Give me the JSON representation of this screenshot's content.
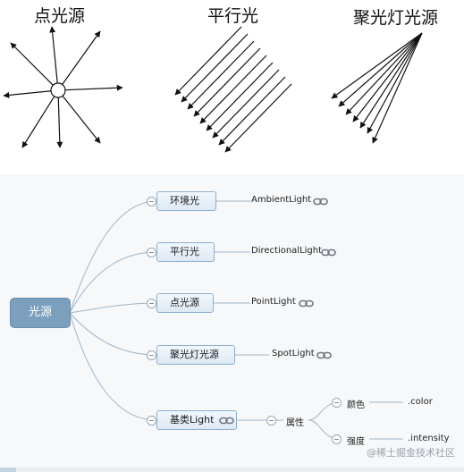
{
  "illustration": {
    "point_light_title": "点光源",
    "parallel_light_title": "平行光",
    "spot_light_title": "聚光灯光源"
  },
  "mindmap": {
    "root": "光源",
    "branches": [
      {
        "label": "环境光",
        "class_name": "AmbientLight",
        "has_link": true
      },
      {
        "label": "平行光",
        "class_name": "DirectionalLight",
        "has_link": true
      },
      {
        "label": "点光源",
        "class_name": "PointLight",
        "has_link": true
      },
      {
        "label": "聚光灯光源",
        "class_name": "SpotLight",
        "has_link": true
      },
      {
        "label": "基类Light",
        "has_link": true,
        "child": {
          "label": "属性",
          "items": [
            {
              "label": "颜色",
              "value": ".color"
            },
            {
              "label": "强度",
              "value": ".intensity"
            }
          ]
        }
      }
    ]
  },
  "watermark": "@稀土掘金技术社区",
  "colors": {
    "root_fill": "#7c9fbe",
    "node_border": "#8eb0cd",
    "connector": "#9fb6ca",
    "background": "#f6f8fa"
  }
}
